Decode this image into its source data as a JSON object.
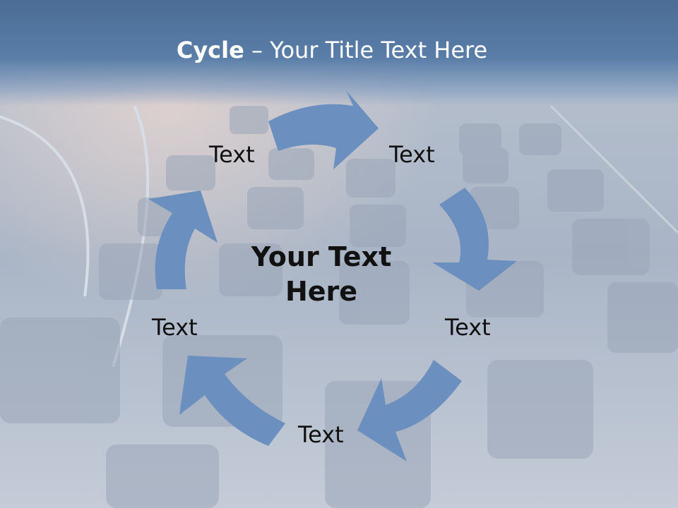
{
  "title": {
    "bold": "Cycle",
    "rest": " – Your Title Text Here"
  },
  "center": {
    "line1": "Your Text",
    "line2": "Here"
  },
  "labels": [
    "Text",
    "Text",
    "Text",
    "Text",
    "Text"
  ],
  "colors": {
    "arrow": "#6b8fbe",
    "title_bar": "#4a6c95",
    "text": "#111111"
  }
}
